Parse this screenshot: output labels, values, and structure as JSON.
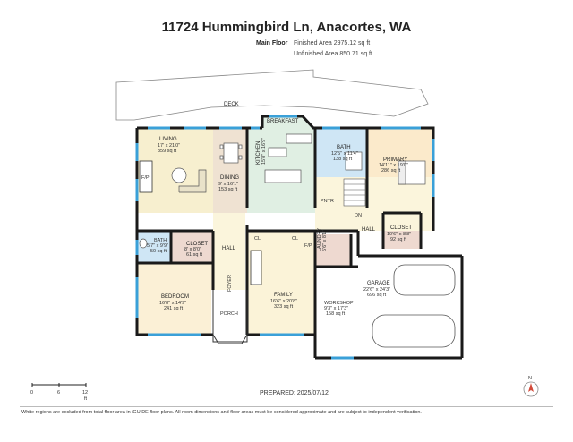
{
  "title": "11724 Hummingbird Ln, Anacortes, WA",
  "floor": {
    "label": "Main Floor",
    "finished": "Finished Area 2975.12 sq ft",
    "unfinished": "Unfinished Area 850.71 sq ft"
  },
  "rooms": {
    "deck": {
      "name": "DECK"
    },
    "breakfast": {
      "name": "BREAKFAST"
    },
    "living": {
      "name": "LIVING",
      "dims": "17' x 21'0\"",
      "area": "359 sq ft"
    },
    "fp_living": {
      "name": "F/P"
    },
    "dining": {
      "name": "DINING",
      "dims": "9' x 16'1\"",
      "area": "153 sq ft"
    },
    "kitchen": {
      "name": "KITCHEN",
      "dims": "15'8\" x 16'9\""
    },
    "bath_main": {
      "name": "BATH",
      "dims": "12'5\" x 11'4\"",
      "area": "138 sq ft"
    },
    "primary": {
      "name": "PRIMARY",
      "dims": "14'11\" x 19'0\"",
      "area": "286 sq ft"
    },
    "pntr": {
      "name": "PNTR"
    },
    "dn": {
      "name": "DN"
    },
    "closet_primary": {
      "name": "CLOSET",
      "dims": "10'6\" x 8'8\"",
      "area": "92 sq ft"
    },
    "hall_right": {
      "name": "HALL"
    },
    "cl_1": {
      "name": "CL"
    },
    "cl_2": {
      "name": "CL"
    },
    "fp_family": {
      "name": "F/P"
    },
    "laundry": {
      "name": "LAUNDRY",
      "dims": "5'6\" x 8'1\""
    },
    "bath_small": {
      "name": "BATH",
      "dims": "5'7\" x 9'9\"",
      "area": "50 sq ft"
    },
    "closet_small": {
      "name": "CLOSET",
      "dims": "8' x 8'0\"",
      "area": "61 sq ft"
    },
    "hall_left": {
      "name": "HALL"
    },
    "foyer": {
      "name": "FOYER"
    },
    "bedroom": {
      "name": "BEDROOM",
      "dims": "16'8\" x 14'9\"",
      "area": "241 sq ft"
    },
    "porch": {
      "name": "PORCH"
    },
    "family": {
      "name": "FAMILY",
      "dims": "16'6\" x 20'8\"",
      "area": "323 sq ft"
    },
    "workshop": {
      "name": "WORKSHOP",
      "dims": "9'3\" x 17'3\"",
      "area": "158 sq ft"
    },
    "garage": {
      "name": "GARAGE",
      "dims": "22'6\" x 24'3\"",
      "area": "696 sq ft"
    }
  },
  "scale": {
    "t0": "0",
    "t1": "6",
    "t2": "12",
    "unit": "ft"
  },
  "prepared": "PREPARED: 2025/07/12",
  "compass": {
    "label": "N"
  },
  "footer": "White regions are excluded from total floor area in iGUIDE floor plans. All room dimensions and floor areas must be considered approximate and are subject to independent verification.",
  "colors": {
    "wall": "#1a1a1a",
    "window": "#3aa0d8",
    "living_fill": "#f7efcf",
    "dining_fill": "#efe2d2",
    "kitchen_fill": "#e0efe3",
    "bath_fill": "#cfe6f5",
    "primary_fill": "#fbeacb",
    "closet_fill": "#eed9d0",
    "hall_fill": "#fbf5dc",
    "bedroom_fill": "#fbf0d6",
    "family_fill": "#fbf3d8",
    "compass_accent": "#d24a3a"
  }
}
